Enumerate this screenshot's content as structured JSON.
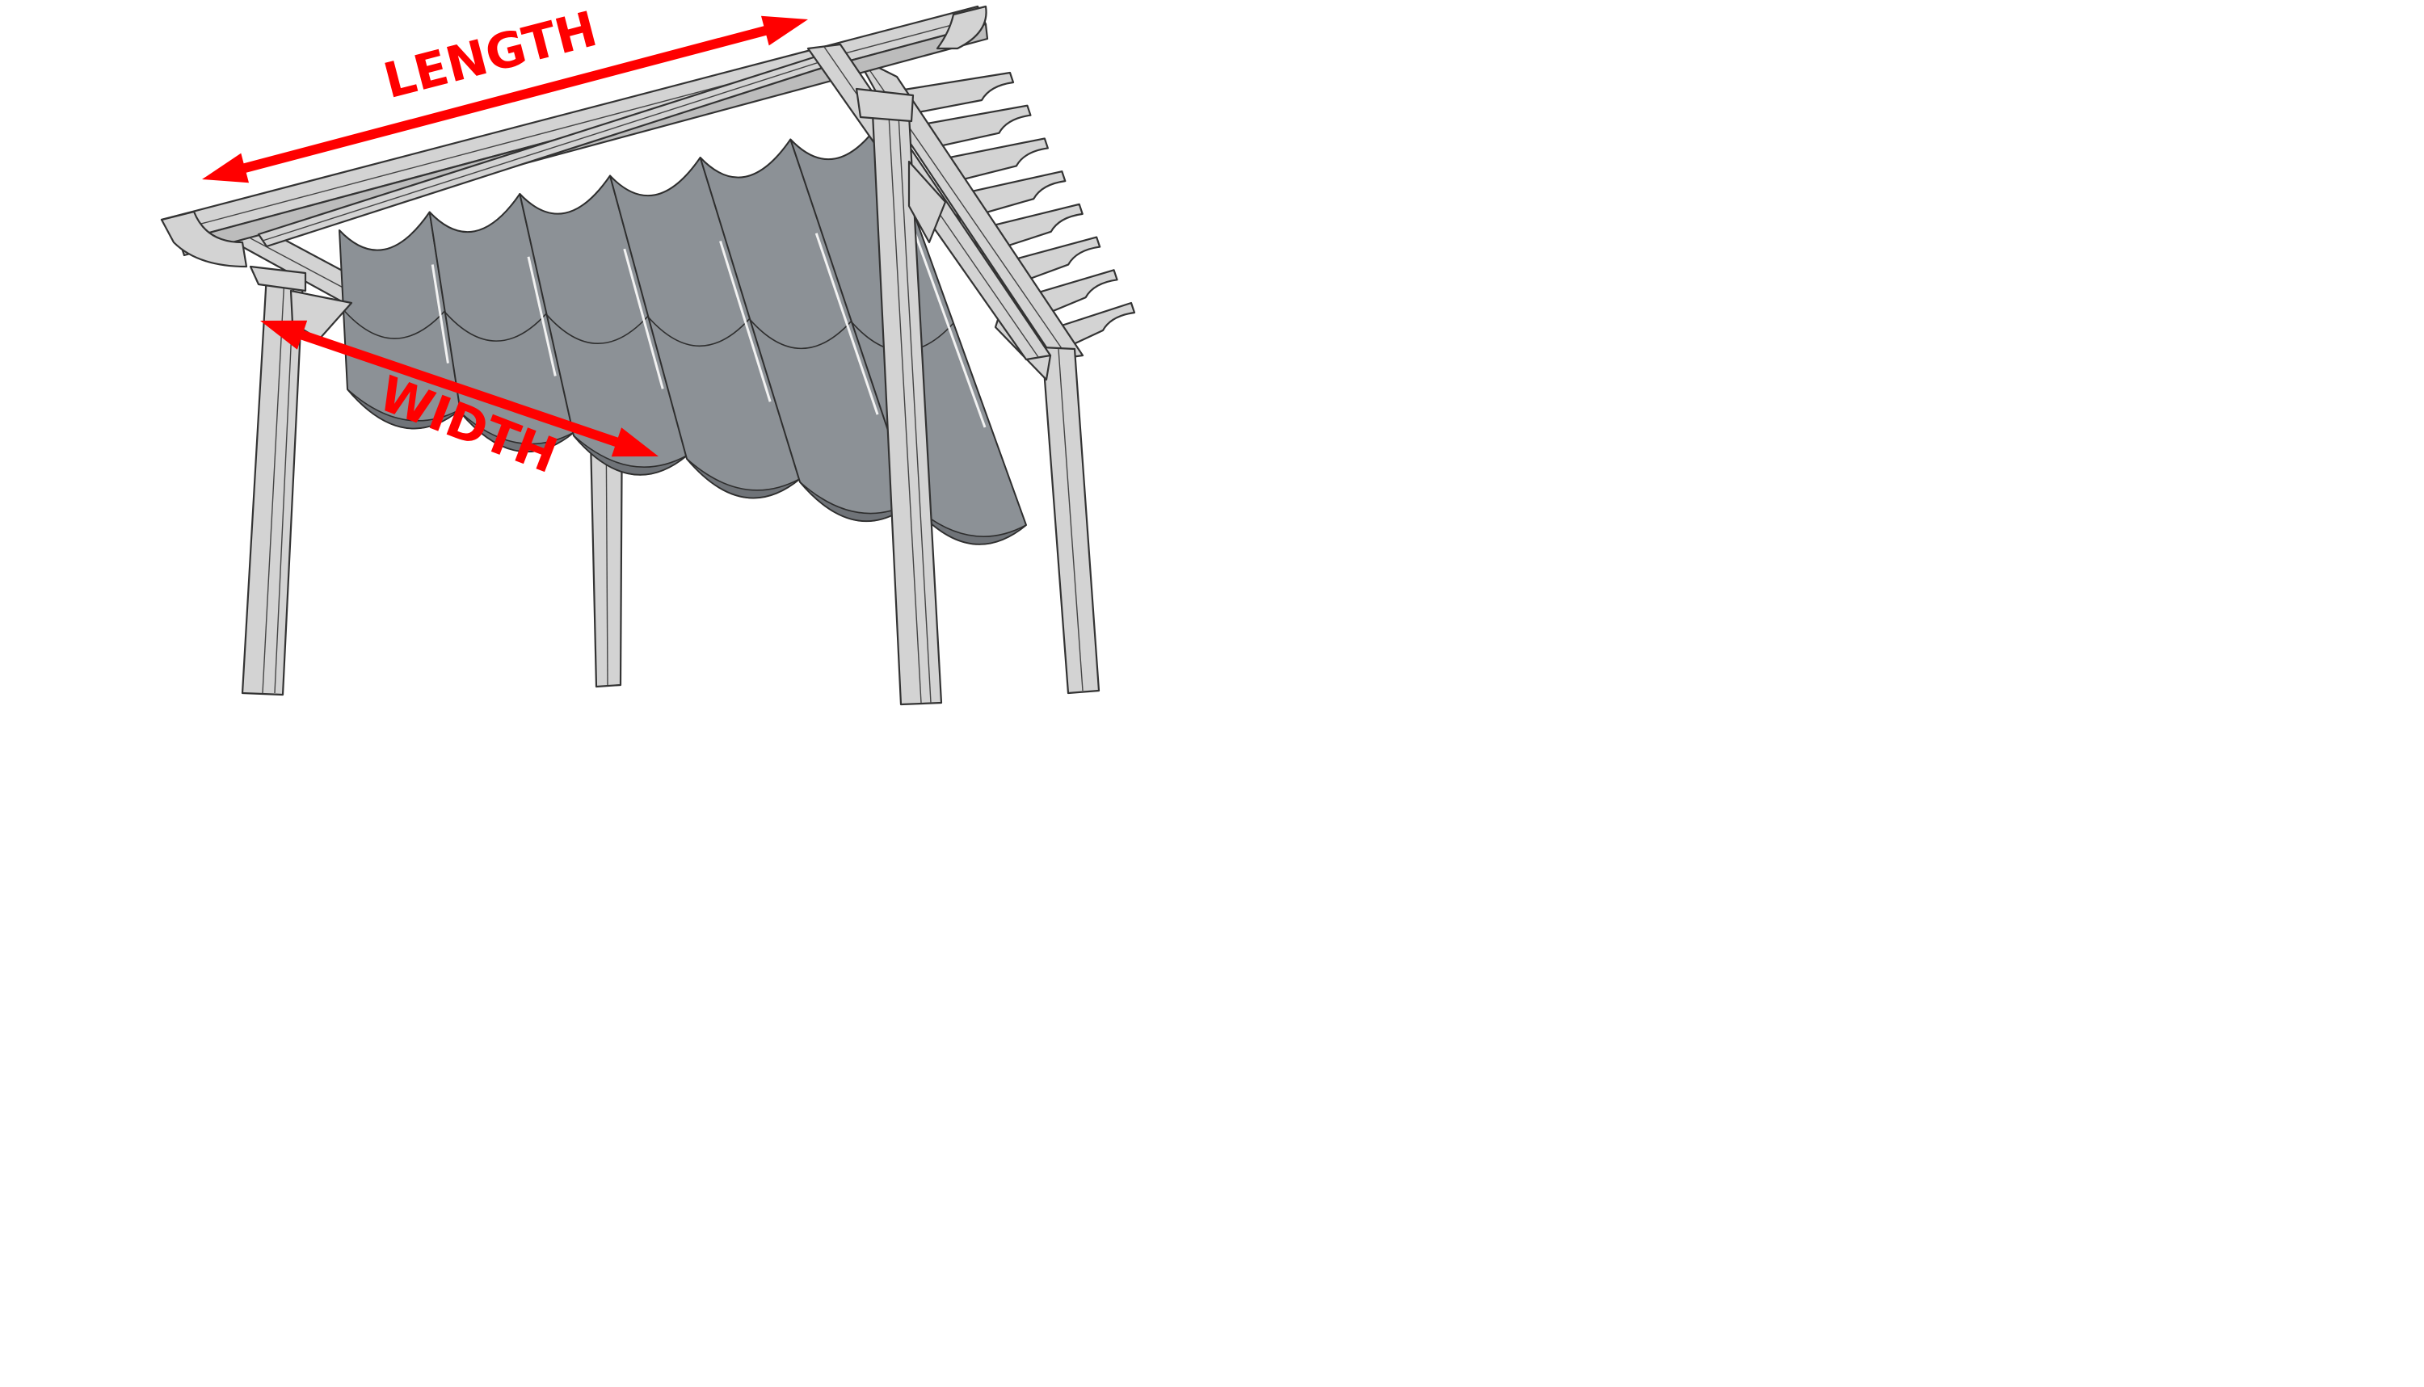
{
  "diagram": {
    "labels": {
      "length": "LENGTH",
      "width": "WIDTH"
    },
    "colors": {
      "dimension_arrow": "#ff0000",
      "timber": "#d3d3d3",
      "timber_outline": "#333333",
      "canopy_fabric": "#8c9196",
      "canopy_fold": "#6f7378",
      "background": "#ffffff"
    },
    "objects": {
      "structure": "pergola",
      "covering": "retractable-wave-canopy",
      "post_count": 4,
      "canopy_wave_count": 6
    }
  }
}
